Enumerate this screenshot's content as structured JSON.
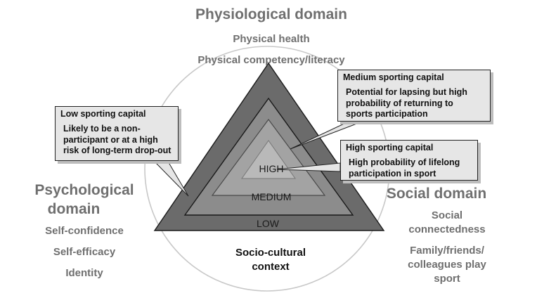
{
  "domains": {
    "physiological": {
      "title": "Physiological domain",
      "items": [
        "Physical health",
        "Physical competency/literacy"
      ]
    },
    "psychological": {
      "title_line1": "Psychological",
      "title_line2": "domain",
      "items": [
        "Self-confidence",
        "Self-efficacy",
        "Identity"
      ]
    },
    "social": {
      "title": "Social  domain",
      "items": [
        "Social",
        "connectedness",
        "Family/friends/",
        "colleagues play",
        "sport"
      ]
    }
  },
  "levels": {
    "high": "HIGH",
    "medium": "MEDIUM",
    "low": "LOW"
  },
  "context": {
    "line1": "Socio-cultural",
    "line2": "context"
  },
  "callouts": {
    "low": {
      "title": "Low sporting capital",
      "desc": "Likely to be  a non-\nparticipant or at a high\nrisk of long-term drop-out"
    },
    "medium": {
      "title": "Medium sporting capital",
      "desc": "Potential for lapsing but high\nprobability of returning to\nsports participation"
    },
    "high": {
      "title": "High sporting capital",
      "desc": "High probability of  lifelong\nparticipation in sport"
    }
  },
  "colors": {
    "outer_band": "#6b6b6b",
    "middle_band": "#8c8c8c",
    "inner_band": "#a3a3a3",
    "core": "#b9b9b9",
    "circle": "#c8c8c8",
    "domain_text": "#6f6f6f"
  }
}
